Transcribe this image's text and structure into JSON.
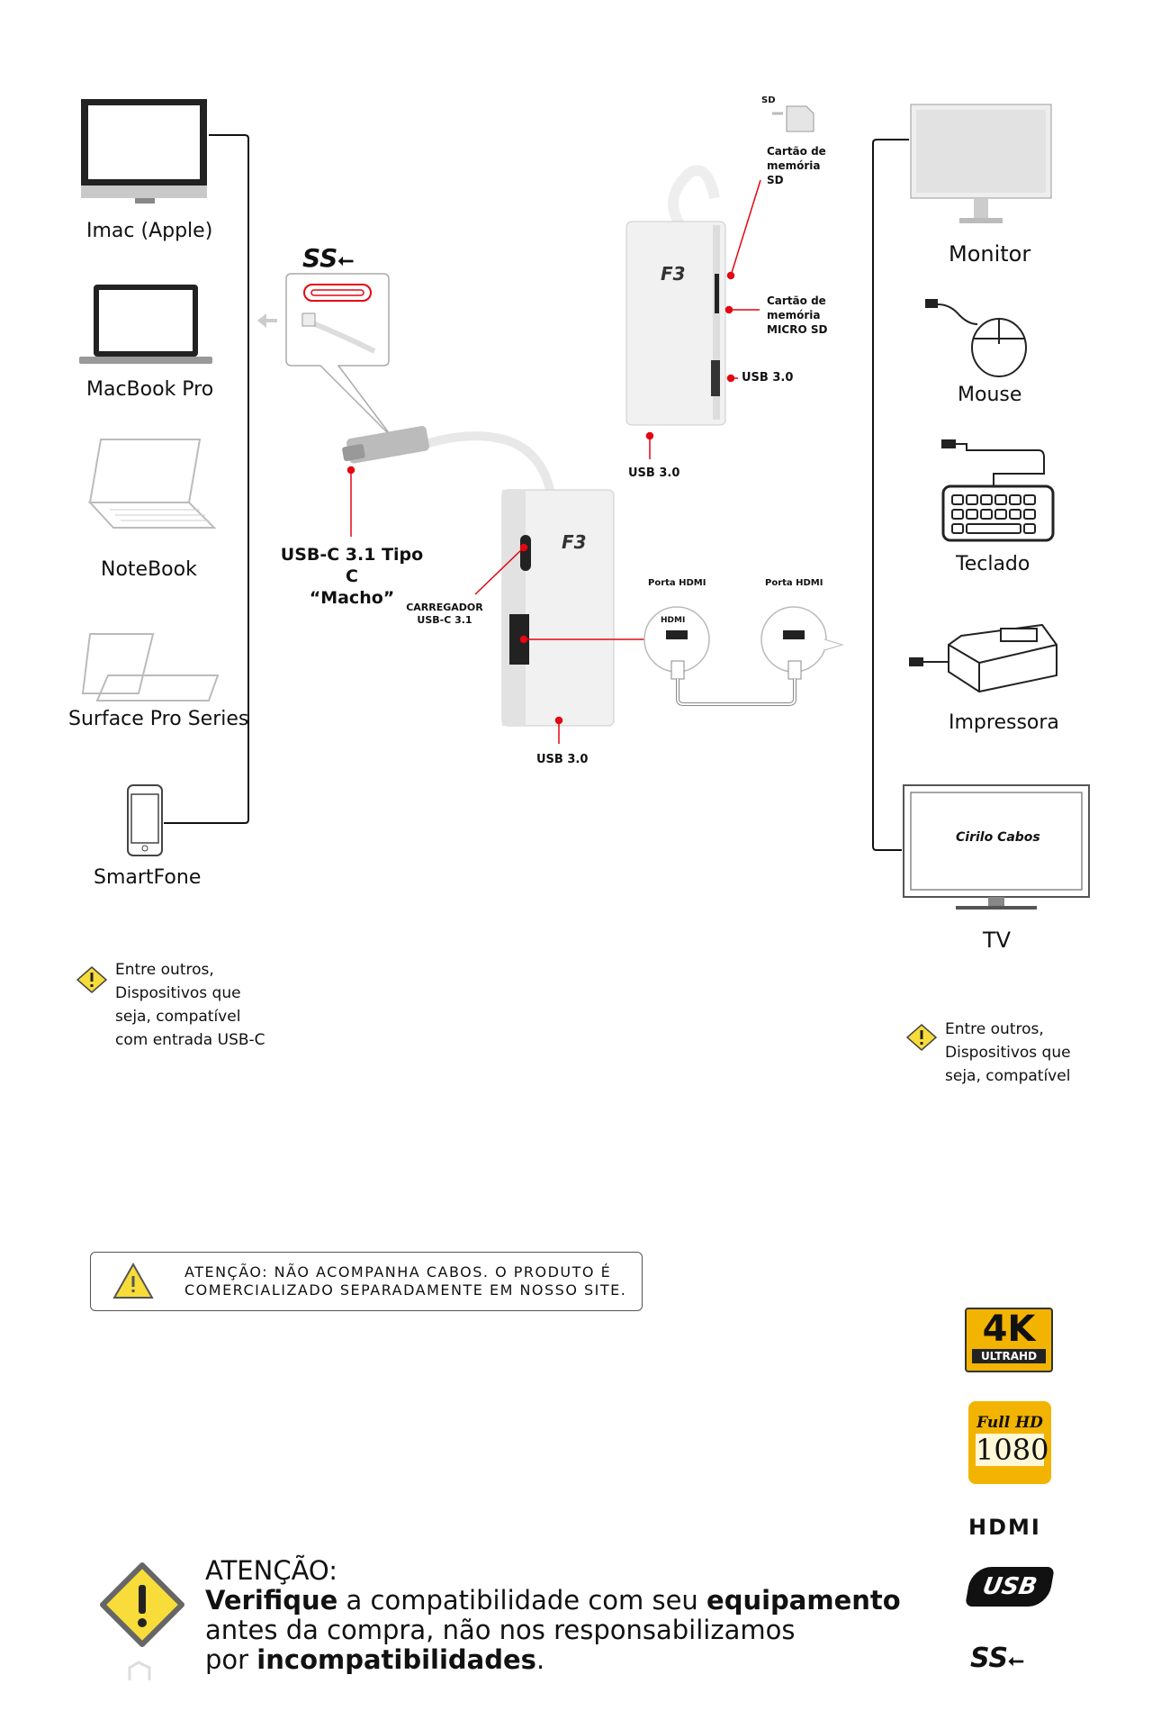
{
  "left_devices": [
    {
      "label": "Imac (Apple)",
      "icon": "imac-icon"
    },
    {
      "label": "MacBook Pro",
      "icon": "macbook-icon"
    },
    {
      "label": "NoteBook",
      "icon": "notebook-icon"
    },
    {
      "label": "Surface Pro Series",
      "icon": "surface-icon"
    },
    {
      "label": "SmartFone",
      "icon": "smartphone-icon"
    }
  ],
  "right_devices": [
    {
      "label": "Monitor",
      "icon": "monitor-icon"
    },
    {
      "label": "Mouse",
      "icon": "mouse-icon"
    },
    {
      "label": "Teclado",
      "icon": "keyboard-icon"
    },
    {
      "label": "Impressora",
      "icon": "printer-icon"
    },
    {
      "label": "TV",
      "icon": "tv-icon"
    }
  ],
  "tv_brand": "Cirilo Cabos",
  "left_note": {
    "lines": [
      "Entre outros,",
      "Dispositivos que",
      "seja, compatível",
      "com entrada  USB-C"
    ]
  },
  "right_note": {
    "lines": [
      "Entre outros,",
      "Dispositivos que",
      "seja, compatível"
    ]
  },
  "hub_labels": {
    "sd": "SD",
    "sd_card": [
      "Cartão de",
      "memória",
      "SD"
    ],
    "micro_sd": [
      "Cartão de",
      "memória",
      "MICRO SD"
    ],
    "usb_side": "USB 3.0",
    "usb_bottom_top": "USB 3.0",
    "usb_c_male": [
      "USB-C 3.1 Tipo C",
      "“Macho”"
    ],
    "charger": [
      "CARREGADOR",
      "USB-C 3.1"
    ],
    "hdmi_port_1": "Porta HDMI",
    "hdmi_port_2": "Porta HDMI",
    "usb_bottom_lower": "USB 3.0",
    "ss_logo": "SS",
    "hdmi_small": "HDMI",
    "brand_mark": "F3"
  },
  "notice_box": {
    "lines": [
      "ATENÇÃO: NÃO ACOMPANHA CABOS. O PRODUTO É",
      "COMERCIALIZADO SEPARADAMENTE EM NOSSO SITE."
    ]
  },
  "attention": {
    "title": "ATENÇÃO:",
    "line1_bold1": "Verifique",
    "line1_mid": " a compatibilidade com seu ",
    "line1_bold2": "equipamento",
    "line2": "antes da compra, não nos responsabilizamos",
    "line3_pre": "por ",
    "line3_bold": "incompatibilidades",
    "line3_post": "."
  },
  "badges": {
    "k4_top": "4K",
    "k4_bottom": "ULTRAHD",
    "fullhd_top": "Full HD",
    "fullhd_bottom": "1080",
    "hdmi": "HDMI",
    "usb": "USB",
    "ss": "SS"
  },
  "colors": {
    "accent_red": "#e30613",
    "line": "#111111",
    "badge_gold": "#f2b400",
    "warning_yellow": "#f7dc3a"
  }
}
